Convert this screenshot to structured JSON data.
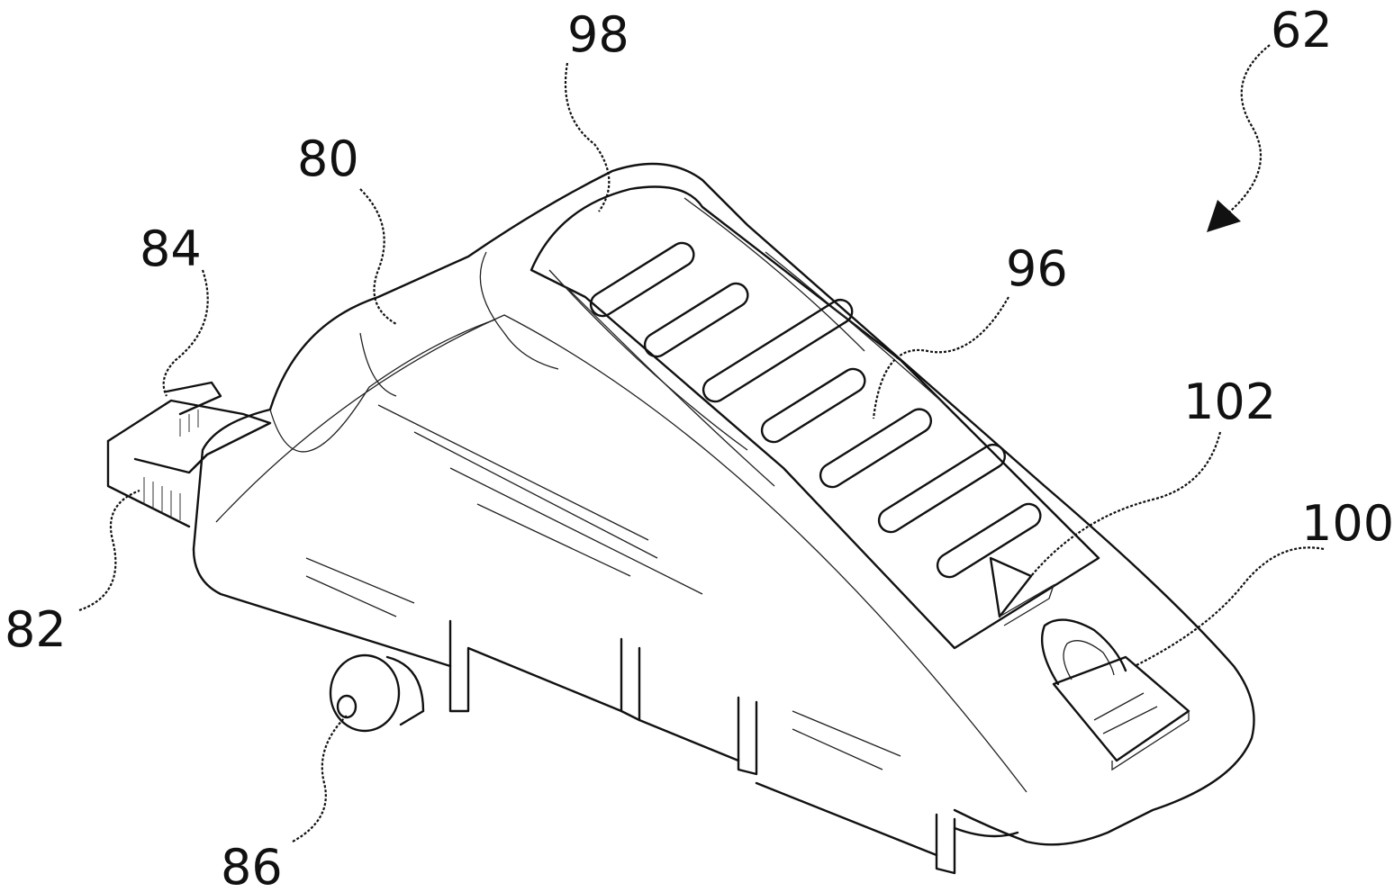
{
  "figure": {
    "labels": {
      "assembly": "62",
      "top_housing": "80",
      "rail": "82",
      "tab": "84",
      "knob": "86",
      "ribbed_window": "96",
      "recess": "98",
      "lock_button": "100",
      "arrow_indicator": "102"
    }
  },
  "colors": {
    "line": "#111111",
    "background": "#ffffff"
  }
}
